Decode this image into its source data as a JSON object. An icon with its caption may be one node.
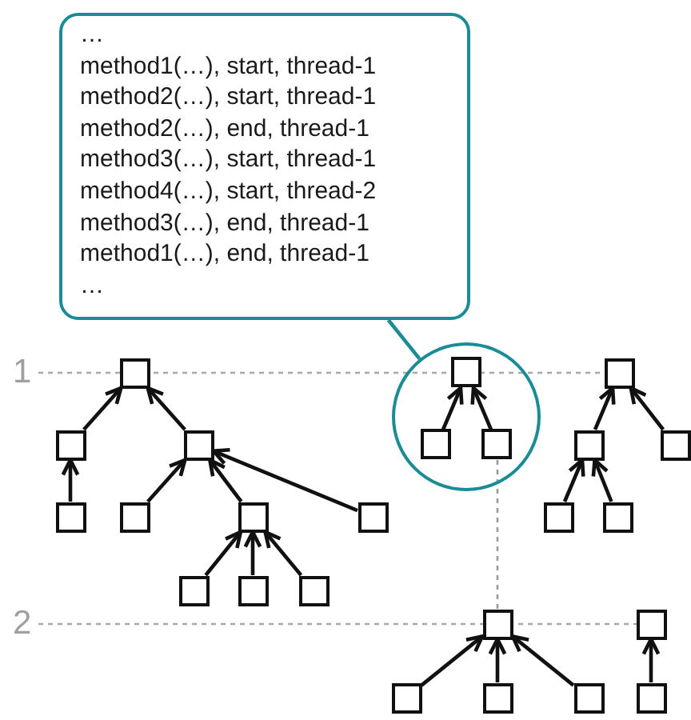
{
  "diagram": {
    "nodes": [
      {
        "text": [
          "…",
          "method1(…), start, thread-1",
          "method2(…), start, thread-1",
          "method2(…), end, thread-1",
          "method3(…), start, thread-1",
          "method4(…), start, thread-2",
          "method3(…), end, thread-1",
          "method1(…), end, thread-1",
          "…"
        ]
      },
      {
        "text": [],
        "shape": "box"
      },
      {
        "text": [],
        "shape": "circle"
      },
      {
        "text": [],
        "shape": "box",
        "in": 2
      },
      {
        "text": [],
        "shape": "box"
      },
      {
        "text": [],
        "shape": "box"
      },
      {
        "text": [],
        "shape": "box"
      },
      {
        "text": [],
        "shape": "box",
        "in": 2
      },
      {
        "text": [],
        "shape": "box",
        "in": 2
      },
      {
        "text": [],
        "shape": "box"
      },
      {
        "text": [],
        "shape": "box"
      },
      {
        "text": [],
        "shape": "box"
      },
      {
        "text": [],
        "shape": "box"
      },
      {
        "text": [],
        "shape": "box"
      },
      {
        "text": [],
        "shape": "box"
      },
      {
        "text": [],
        "shape": "box"
      },
      {
        "text": [],
        "shape": "box"
      },
      {
        "text": [],
        "shape": "box"
      },
      {
        "text": [],
        "shape": "box"
      },
      {
        "text": [],
        "shape": "box"
      },
      {
        "text": [],
        "shape": "box"
      },
      {
        "text": [],
        "shape": "box"
      },
      {
        "text": [],
        "shape": "box"
      },
      {
        "text": [],
        "shape": "box"
      },
      {
        "text": [],
        "shape": "box"
      },
      {
        "text": [],
        "shape": "box"
      }
    ],
    "edges": [
      {
        "from": 5,
        "to": 1,
        "arrow": "to"
      },
      {
        "from": 6,
        "to": 1,
        "arrow": "to"
      },
      {
        "from": 11,
        "to": 5,
        "arrow": "to"
      },
      {
        "from": 12,
        "to": 6,
        "arrow": "to"
      },
      {
        "from": 13,
        "to": 6,
        "arrow": "to"
      },
      {
        "from": 14,
        "to": 6,
        "arrow": "to"
      },
      {
        "from": 17,
        "to": 13,
        "arrow": "to"
      },
      {
        "from": 18,
        "to": 13,
        "arrow": "to"
      },
      {
        "from": 19,
        "to": 13,
        "arrow": "to"
      },
      {
        "from": 7,
        "to": 3,
        "arrow": "to"
      },
      {
        "from": 8,
        "to": 3,
        "arrow": "to"
      },
      {
        "from": 9,
        "to": 4,
        "arrow": "to"
      },
      {
        "from": 10,
        "to": 4,
        "arrow": "to"
      },
      {
        "from": 15,
        "to": 9,
        "arrow": "to"
      },
      {
        "from": 16,
        "to": 9,
        "arrow": "to"
      },
      {
        "from": 22,
        "to": 20,
        "arrow": "to"
      },
      {
        "from": 23,
        "to": 20,
        "arrow": "to"
      },
      {
        "from": 24,
        "to": 20,
        "arrow": "to"
      },
      {
        "from": 25,
        "to": 21,
        "arrow": "to"
      },
      {
        "from": 0,
        "to": 2,
        "arrow": "none",
        "color": "#1a8c96"
      },
      {
        "from": 8,
        "to": 20,
        "arrow": "none",
        "style": "dashed",
        "color": "#9a9a9a"
      }
    ],
    "labels": [
      "1",
      "2"
    ]
  }
}
